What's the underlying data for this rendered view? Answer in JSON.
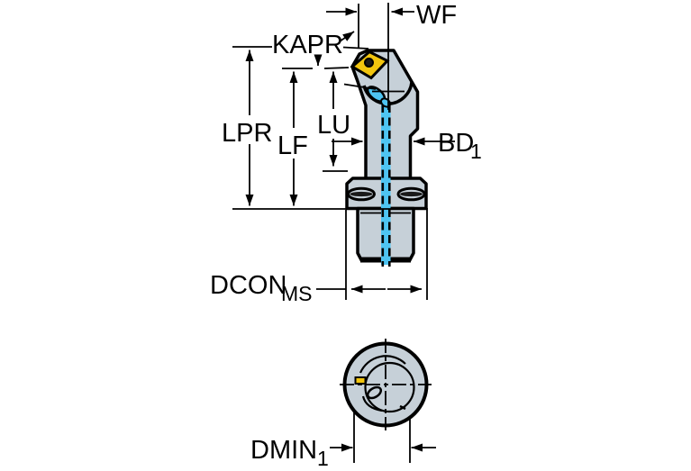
{
  "labels": {
    "wf": "WF",
    "kapr": "KAPR",
    "lpr": "LPR",
    "lf": "LF",
    "lu": "LU",
    "bd1": {
      "main": "BD",
      "sub": "1"
    },
    "dcon_ms": {
      "main": "DCON",
      "sub": "MS"
    },
    "dmin1": {
      "main": "DMIN",
      "sub": "1"
    }
  },
  "colors": {
    "body_fill": "#c6d0d8",
    "insert_fill": "#f2c50e",
    "coolant_fill": "#4ec4f2",
    "screw_dark": "#1a1a1a",
    "line": "#000000",
    "background": "#ffffff"
  }
}
